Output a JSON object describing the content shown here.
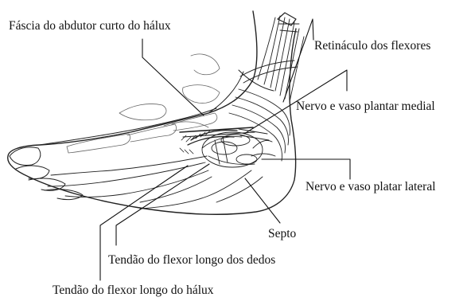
{
  "labels": {
    "fascia_abdutor": "Fáscia do abdutor curto do hálux",
    "retinaculo": "Retináculo dos flexores",
    "nervo_medial": "Nervo e vaso plantar medial",
    "nervo_lateral": "Nervo e vaso platar lateral",
    "septo": "Septo",
    "tendao_dedos": "Tendão do flexor longo dos dedos",
    "tendao_halux": "Tendão do flexor longo do hálux"
  },
  "colors": {
    "ink": "#111111",
    "background": "#ffffff"
  }
}
